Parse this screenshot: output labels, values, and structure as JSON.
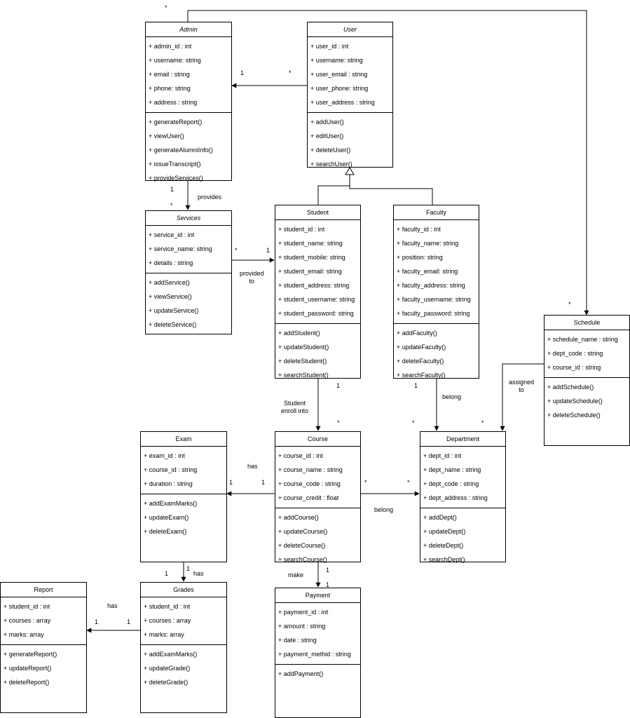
{
  "classes": {
    "admin": {
      "name": "Admin",
      "attributes": [
        "+ admin_id : int",
        "+ username: string",
        "+ email : string",
        "+ phone: string",
        "+ address : string"
      ],
      "methods": [
        "+ generateReport()",
        "+ viewUser()",
        "+ generateAlumniInfo()",
        "+ issueTranscript()",
        "+ provideServices()"
      ]
    },
    "user": {
      "name": "User",
      "attributes": [
        "+ user_id : int",
        "+ username: string",
        "+ user_email : string",
        "+ user_phone: string",
        "+ user_address : string"
      ],
      "methods": [
        "+ addUser()",
        "+ editUser()",
        "+ deleteUser()",
        "+ searchUser()"
      ]
    },
    "services": {
      "name": "Services",
      "attributes": [
        "+ service_id : int",
        "+ service_name: string",
        "+ details : string"
      ],
      "methods": [
        "+ addService()",
        "+ viewService()",
        "+ updateService()",
        "+ deleteService()"
      ]
    },
    "student": {
      "name": "Student",
      "attributes": [
        "+ student_id : int",
        "+ student_name: string",
        "+ student_mobile: string",
        "+ student_email: string",
        "+ student_address: string",
        "+ student_username: string",
        "+ student_password: string"
      ],
      "methods": [
        "+ addStudent()",
        "+ updateStudent()",
        "+ deleteStudent()",
        "+ searchStudent()"
      ]
    },
    "faculty": {
      "name": "Faculty",
      "attributes": [
        "+ faculty_id : int",
        "+ faculty_name: string",
        "+ position: string",
        "+ faculty_email: string",
        "+ faculty_address: string",
        "+ faculty_username: string",
        "+ faculty_password: string"
      ],
      "methods": [
        "+ addFaculty()",
        "+ updateFaculty()",
        "+ deleteFaculty()",
        "+ searchFaculty()"
      ]
    },
    "schedule": {
      "name": "Schedule",
      "attributes": [
        "+ schedule_name : string",
        "+ dept_code : string",
        "+ course_id : string"
      ],
      "methods": [
        "+ addSchedule()",
        "+ updateSchedule()",
        "+ deleteSchedule()"
      ]
    },
    "exam": {
      "name": "Exam",
      "attributes": [
        "+ exam_id : int",
        "+ course_id : string",
        "+ duration : string"
      ],
      "methods": [
        "+ addExamMarks()",
        "+ updateExam()",
        "+ deleteExam()"
      ]
    },
    "course": {
      "name": "Course",
      "attributes": [
        "+ course_id : int",
        "+ course_name : string",
        "+ course_code : string",
        "+ course_credit : float"
      ],
      "methods": [
        "+ addCourse()",
        "+ updateCourse()",
        "+ deleteCourse()",
        "+ searchCourse()"
      ]
    },
    "department": {
      "name": "Department",
      "attributes": [
        "+ dept_id : int",
        "+ dept_name : string",
        "+ dept_code : string",
        "+ dept_address : string"
      ],
      "methods": [
        "+ addDept()",
        "+ updateDept()",
        "+ deleteDept()",
        "+ searchDept()"
      ]
    },
    "report": {
      "name": "Report",
      "attributes": [
        "+ student_id : int",
        "+ courses : array",
        "+ marks: array"
      ],
      "methods": [
        "+ generateReport()",
        "+ updateReport()",
        "+ deleteReport()"
      ]
    },
    "grades": {
      "name": "Grades",
      "attributes": [
        "+ student_id : int",
        "+ courses : array",
        "+ marks: array"
      ],
      "methods": [
        "+ addExamMarks()",
        "+ updateGrade()",
        "+ deleteGrade()"
      ]
    },
    "payment": {
      "name": "Payment",
      "attributes": [
        "+ payment_id : int",
        "+ amount : string",
        "+ date : string",
        "+ payment_methid : string"
      ],
      "methods": [
        "+ addPayment()"
      ]
    }
  },
  "labels": {
    "admin_schedule_star": "*",
    "user_admin_one": "1",
    "user_admin_star": "*",
    "admin_services_one": "1",
    "admin_services_provides": "provides",
    "admin_services_star": "*",
    "services_student_star": "*",
    "services_student_one": "1",
    "services_student_provided": "provided\nto",
    "schedule_star": "*",
    "schedule_assigned": "assigned\nto",
    "student_course_one": "1",
    "student_course_text": "Student\nenroll into",
    "student_course_star": "*",
    "faculty_dept_one": "1",
    "faculty_dept_belong": "belong",
    "faculty_dept_star": "*",
    "schedule_dept_star": "*",
    "course_exam_has": "has",
    "course_exam_one_left": "1",
    "course_exam_one_right": "1",
    "course_dept_star_left": "*",
    "course_dept_star_right": "*",
    "course_dept_belong": "belong",
    "exam_grades_one_left": "1",
    "exam_grades_one_right": "1",
    "exam_grades_has": "has",
    "course_payment_one_top": "1",
    "course_payment_make": "make",
    "course_payment_one_bottom": "1",
    "grades_report_has": "has",
    "grades_report_one_left": "1",
    "grades_report_one_right": "1"
  }
}
